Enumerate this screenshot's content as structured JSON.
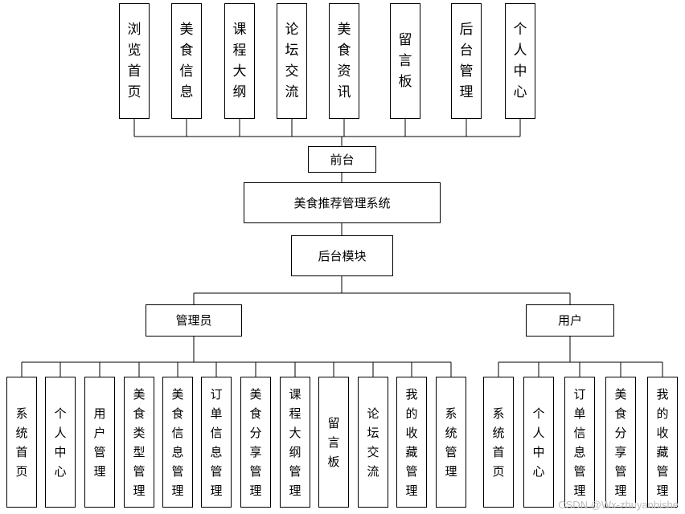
{
  "diagram": {
    "top_modules": [
      "浏览首页",
      "美食信息",
      "课程大纲",
      "论坛交流",
      "美食资讯",
      "留言板",
      "后台管理",
      "个人中心"
    ],
    "front": "前台",
    "system": "美食推荐管理系统",
    "backend": "后台模块",
    "roles": {
      "admin": "管理员",
      "user": "用户"
    },
    "admin_modules": [
      "系统首页",
      "个人中心",
      "用户管理",
      "美食类型管理",
      "美食信息管理",
      "订单信息管理",
      "美食分享管理",
      "课程大纲管理",
      "留言板",
      "论坛交流",
      "我的收藏管理",
      "系统管理"
    ],
    "user_modules": [
      "系统首页",
      "个人中心",
      "订单信息管理",
      "美食分享管理",
      "我的收藏管理"
    ]
  },
  "watermark": "CSDN @Wx-zhuyanbishe"
}
